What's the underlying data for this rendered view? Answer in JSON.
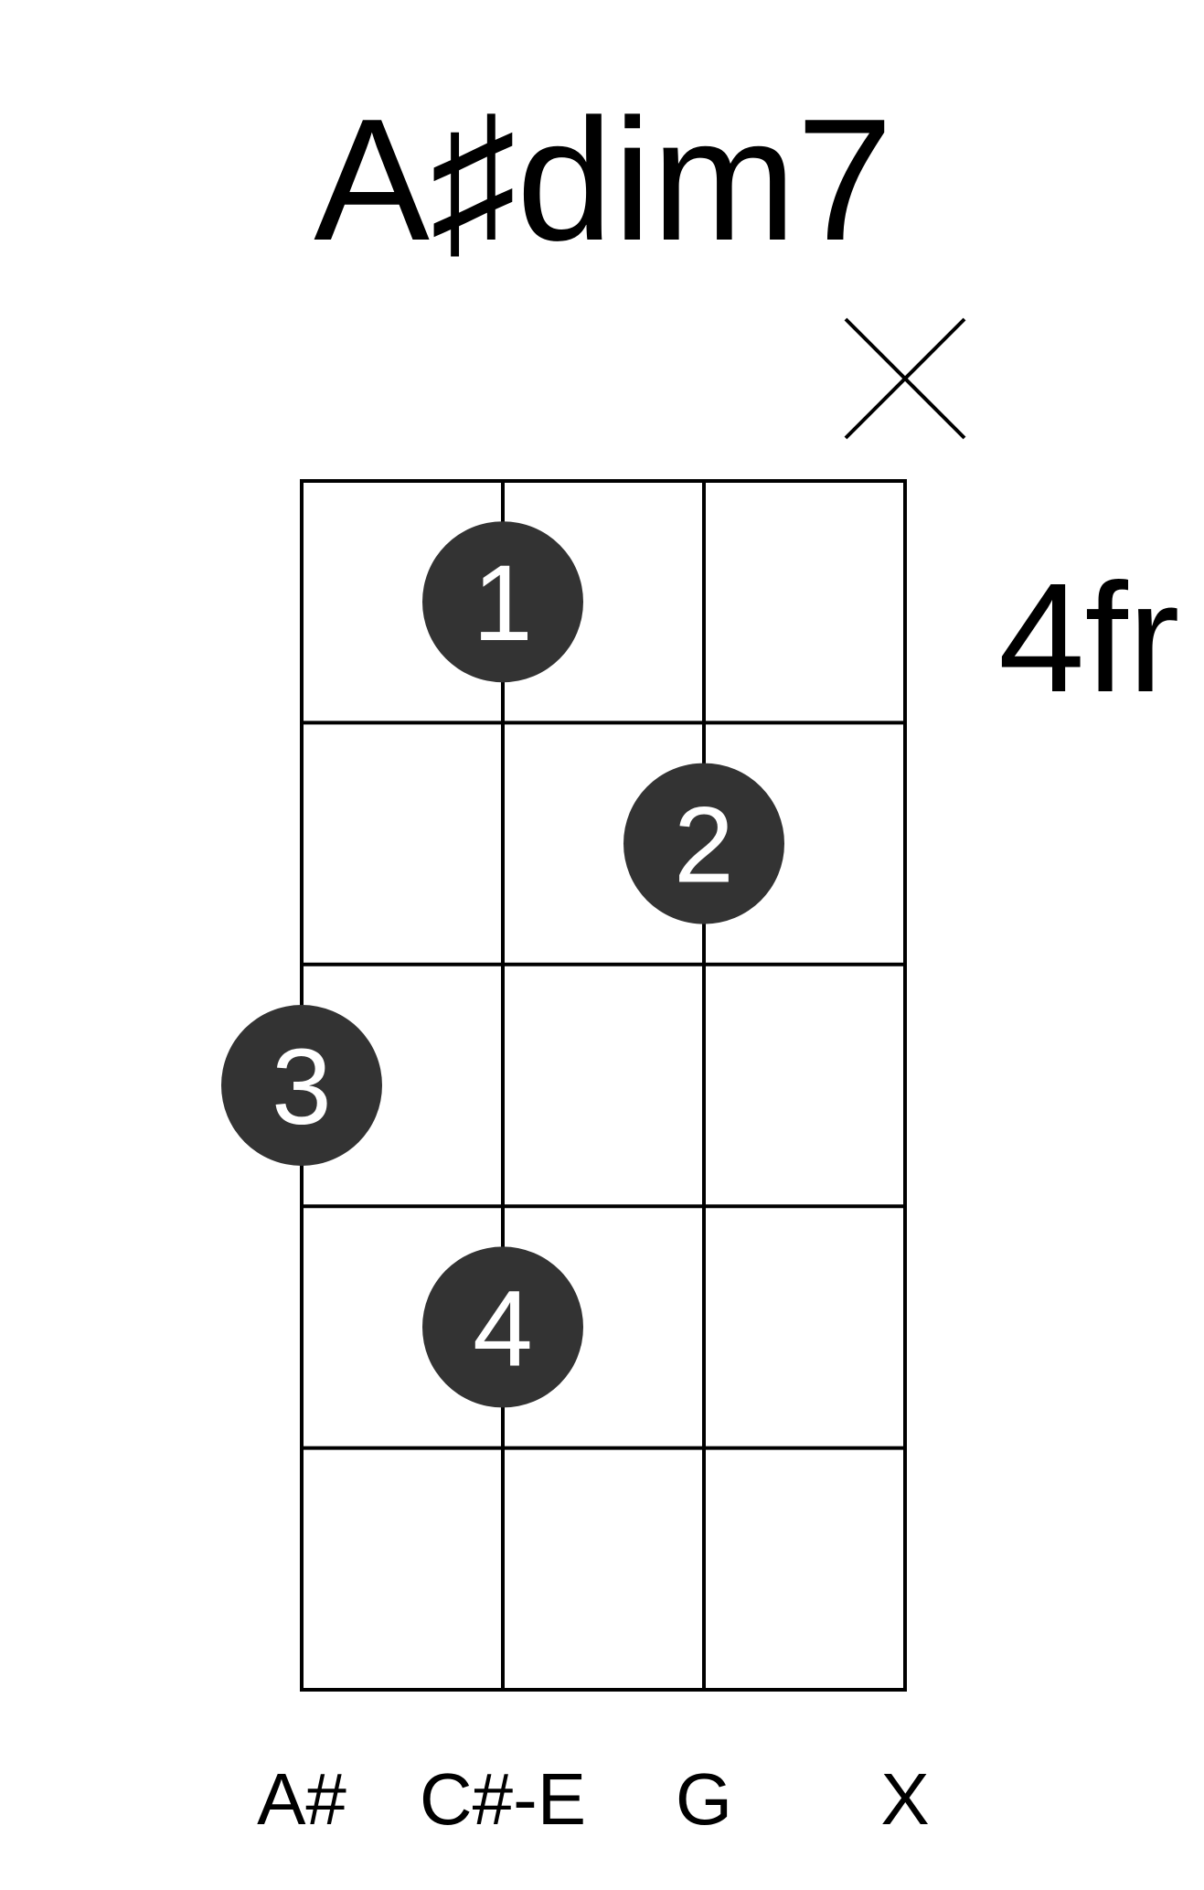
{
  "chord": {
    "name": "A♯dim7",
    "start_fret_label": "4fr"
  },
  "colors": {
    "background": "#ffffff",
    "lines": "#000000",
    "finger_dot": "#333333",
    "finger_text": "#ffffff"
  },
  "grid": {
    "string_count": 4,
    "fret_count": 5
  },
  "strings": [
    {
      "index": 0,
      "note": "A#",
      "state": "fretted"
    },
    {
      "index": 1,
      "note": "C#-E",
      "state": "fretted"
    },
    {
      "index": 2,
      "note": "G",
      "state": "fretted"
    },
    {
      "index": 3,
      "note": "X",
      "state": "muted"
    }
  ],
  "fingers": [
    {
      "string": 1,
      "fret": 1,
      "label": "1"
    },
    {
      "string": 2,
      "fret": 2,
      "label": "2"
    },
    {
      "string": 0,
      "fret": 3,
      "label": "3"
    },
    {
      "string": 1,
      "fret": 4,
      "label": "4"
    }
  ]
}
